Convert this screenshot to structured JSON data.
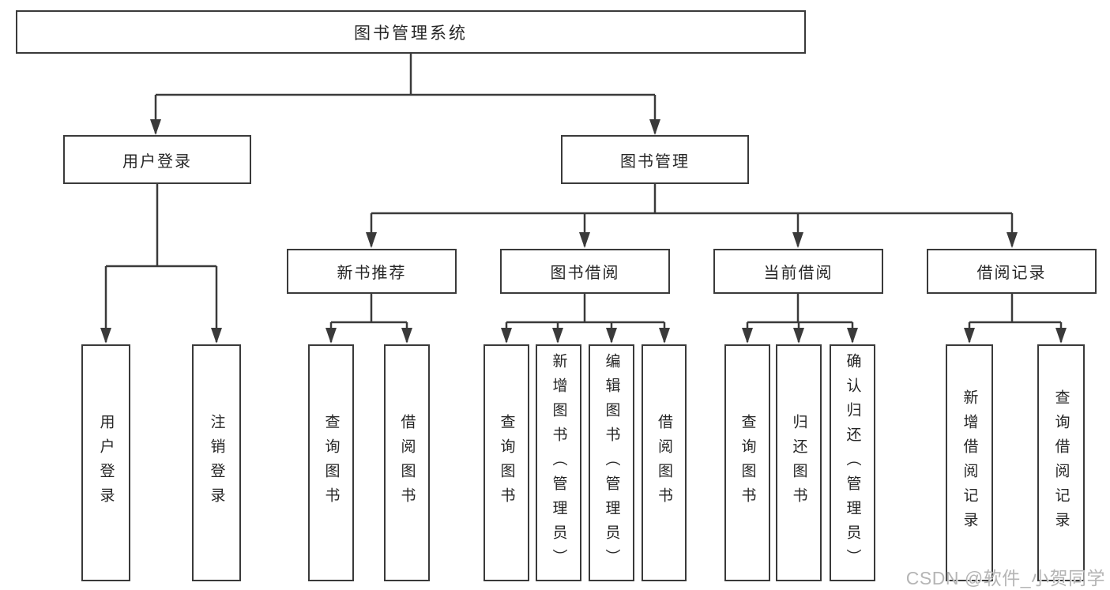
{
  "diagram": {
    "root": {
      "label": "图书管理系统"
    },
    "level2": [
      {
        "label": "用户登录"
      },
      {
        "label": "图书管理"
      }
    ],
    "level3": [
      {
        "label": "新书推荐"
      },
      {
        "label": "图书借阅"
      },
      {
        "label": "当前借阅"
      },
      {
        "label": "借阅记录"
      }
    ],
    "leaves": {
      "user_login": [
        {
          "label": "用户登录"
        },
        {
          "label": "注销登录"
        }
      ],
      "new_book": [
        {
          "label": "查询图书"
        },
        {
          "label": "借阅图书"
        }
      ],
      "book_borrow": [
        {
          "label": "查询图书"
        },
        {
          "label": "新增图书（管理员）"
        },
        {
          "label": "编辑图书（管理员）"
        },
        {
          "label": "借阅图书"
        }
      ],
      "current_borrow": [
        {
          "label": "查询图书"
        },
        {
          "label": "归还图书"
        },
        {
          "label": "确认归还（管理员）"
        }
      ],
      "borrow_record": [
        {
          "label": "新增借阅记录"
        },
        {
          "label": "查询借阅记录"
        }
      ]
    }
  },
  "watermark": {
    "text": "CSDN @软件_小贺同学"
  },
  "colors": {
    "line": "#3a3a3a",
    "text": "#262626",
    "background": "#ffffff",
    "watermark": "#b5b5b5"
  }
}
